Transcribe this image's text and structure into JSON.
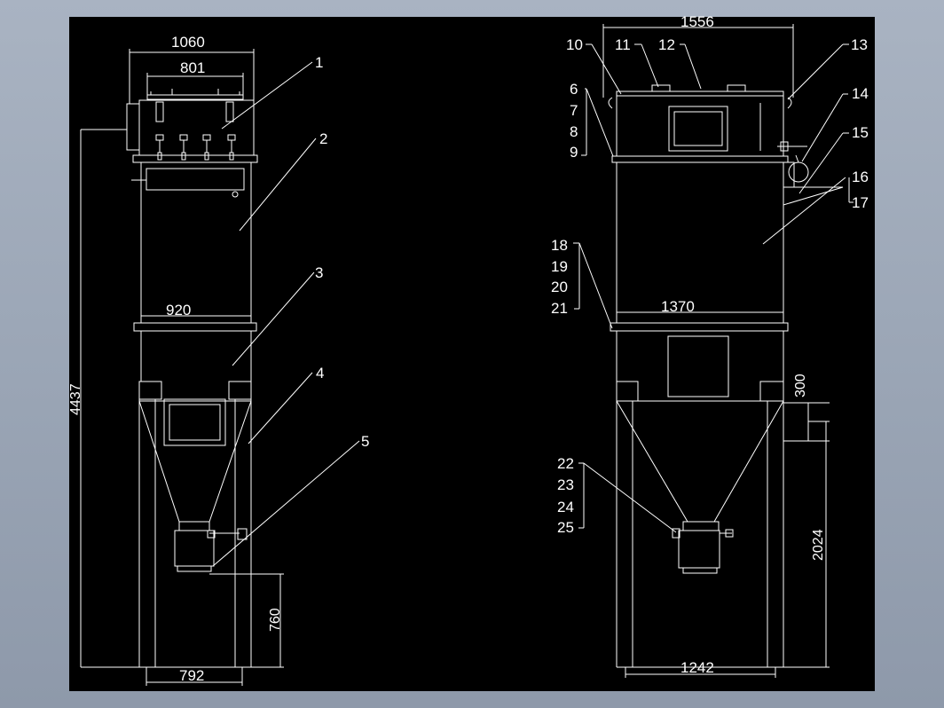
{
  "drawing": {
    "dimensions": {
      "left_top_width": "1060",
      "left_flange_width": "801",
      "left_body_width": "920",
      "left_total_height": "4437",
      "left_outlet_height": "760",
      "left_leg_span": "792",
      "right_top_width": "1556",
      "right_body_width": "1370",
      "right_inlet_size": "300",
      "right_inlet_height": "2024",
      "right_leg_span": "1242"
    },
    "callouts_left": [
      "1",
      "2",
      "3",
      "4",
      "5"
    ],
    "callouts_right_top": [
      "10",
      "11",
      "12",
      "13"
    ],
    "callouts_right_group_a": [
      "6",
      "7",
      "8",
      "9"
    ],
    "callouts_right_side": [
      "14",
      "15",
      "16",
      "17"
    ],
    "callouts_right_group_b": [
      "18",
      "19",
      "20",
      "21"
    ],
    "callouts_right_group_c": [
      "22",
      "23",
      "24",
      "25"
    ]
  }
}
